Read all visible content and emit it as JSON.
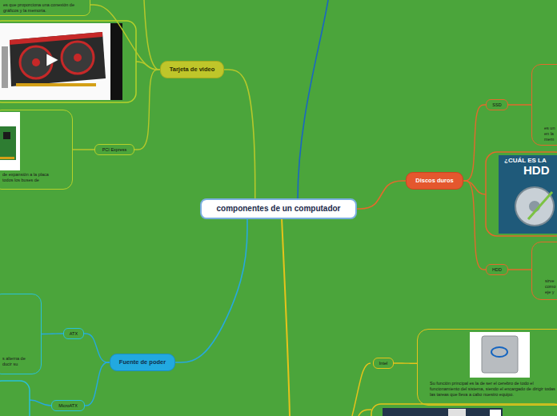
{
  "diagram": {
    "nodes": [
      {
        "text": [
          "componentes de un computador"
        ]
      },
      {
        "text": [
          "Tarjeta de video"
        ]
      },
      {
        "text": [
          "es que proporciona una conexión de gráficos y la memoria."
        ]
      },
      {
        "text": [
          "PCI Express"
        ]
      },
      {
        "text": [
          "de expansión a la placa todos los buses de"
        ]
      },
      {
        "text": [
          "Discos duros"
        ]
      },
      {
        "text": [
          "SSD"
        ]
      },
      {
        "text": [
          "es un en la mem"
        ]
      },
      {
        "text": [
          "HDD"
        ]
      },
      {
        "text": [
          "sirve como eje y"
        ]
      },
      {
        "text": [
          "Fuente de poder"
        ]
      },
      {
        "text": [
          "ATX"
        ]
      },
      {
        "text": [
          "s alterna de ducir su"
        ]
      },
      {
        "text": [
          "MicroATX"
        ]
      },
      {
        "text": [
          "Intel"
        ]
      },
      {
        "text": [
          "Su función principal es la de ser el cerebro de todo el funcionamiento del sistema, siendo el encargado de dirigir todas las tareas que lleva a cabo nuestro equipo."
        ]
      }
    ],
    "edges": [
      {
        "from": 0,
        "to": 1,
        "arrow": "none"
      },
      {
        "from": 1,
        "to": 2,
        "arrow": "none"
      },
      {
        "from": 1,
        "to": 3,
        "arrow": "none"
      },
      {
        "from": 3,
        "to": 4,
        "arrow": "none"
      },
      {
        "from": 0,
        "to": 5,
        "arrow": "none"
      },
      {
        "from": 5,
        "to": 6,
        "arrow": "none"
      },
      {
        "from": 6,
        "to": 7,
        "arrow": "none"
      },
      {
        "from": 5,
        "to": 8,
        "arrow": "none"
      },
      {
        "from": 8,
        "to": 9,
        "arrow": "none"
      },
      {
        "from": 0,
        "to": 10,
        "arrow": "none"
      },
      {
        "from": 10,
        "to": 11,
        "arrow": "none"
      },
      {
        "from": 11,
        "to": 12,
        "arrow": "none"
      },
      {
        "from": 10,
        "to": 13,
        "arrow": "none"
      },
      {
        "from": 14,
        "to": 15,
        "arrow": "none"
      }
    ],
    "labels": [
      "¿CUÁL ES LA",
      "HDD"
    ]
  }
}
